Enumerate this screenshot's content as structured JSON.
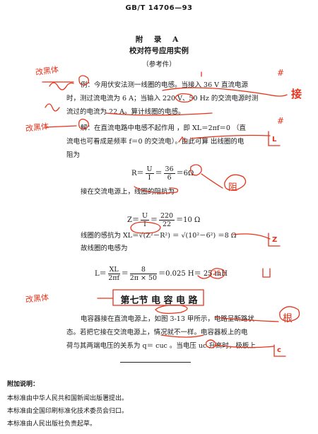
{
  "header": {
    "title": "GB/T 14706—93"
  },
  "appendix": {
    "title": "附 录 A",
    "subtitle": "校对符号应用实例",
    "note": "（参考件）"
  },
  "body": {
    "p1_line1": "例：今用伏安法测一线圈的电感。当接入 36 V 直流电源",
    "p1_line2": "时，测过流电流为 6 A；当输入 220 V、50 Hz 的交流电源时测",
    "p1_line3": "流过的电流为 22 A。算计线圈的电感。",
    "p2_line1": "解：在直流电路中电感不起作用 ，即 XL＝2πf＝0 （直",
    "p2_line2": "流电也可看成是频率 f＝0 的交流电）。由此可算  出线圈的电",
    "p2_line3": "阻为",
    "eq1_lhs": "R＝",
    "eq1_num1": "U",
    "eq1_den1": "I",
    "eq1_mid": "＝",
    "eq1_num2": "36",
    "eq1_den2": "6",
    "eq1_rhs": "＝6Ω",
    "p3": "接在交流电源上，线圈的阻抗为",
    "eq2_lhs": "Z＝",
    "eq2_num1": "U",
    "eq2_den1": "I",
    "eq2_mid": "＝",
    "eq2_num2": "220",
    "eq2_den2": "22",
    "eq2_rhs": "＝10 Ω",
    "p4_line1": "线圈的感抗为  XL＝√(Z²－R²) ＝ √(10²－6²) ＝8 Ω",
    "p4_line2": "故线圈的电感为",
    "eq3_lhs": "L＝",
    "eq3_num1": "XL",
    "eq3_den1": "2πf",
    "eq3_mid": "＝",
    "eq3_num2": "8",
    "eq3_den2": "2π × 50",
    "eq3_rhs": "＝0.025 H＝ 25 mH",
    "section_title": "第七节  电 容 电 路",
    "p5_line1": "电容器接在直流电源上，如图 3-13 甲所示，电路呈断路状",
    "p5_line2": "态。若把它接在交流电源上，情况就不一样。电容器板上的电",
    "p5_line3": "荷与其两端电压的关系为 q＝ cuc 。当电压 uc 升高时，极板上"
  },
  "annotations": {
    "a1": "改黑体",
    "a2": "改黑体",
    "a3": "改黑体",
    "mark_jie": "接",
    "mark_zu": "阻",
    "mark_gen": "根",
    "mark_hash1": "#",
    "mark_hash2": "#",
    "mark_z": "Z",
    "mark_l": "L",
    "mark_c": "c",
    "mark_25": "25"
  },
  "footer": {
    "heading": "附加说明：",
    "line1": "本标准由中华人民共和国新闻出版署提出。",
    "line2": "本标准由全国印刷标准化技术委员会归口。",
    "line3": "本标准由人民出版社负责起草。"
  },
  "colors": {
    "ink": "#1a1a1a",
    "proof_red": "#e6331a"
  }
}
